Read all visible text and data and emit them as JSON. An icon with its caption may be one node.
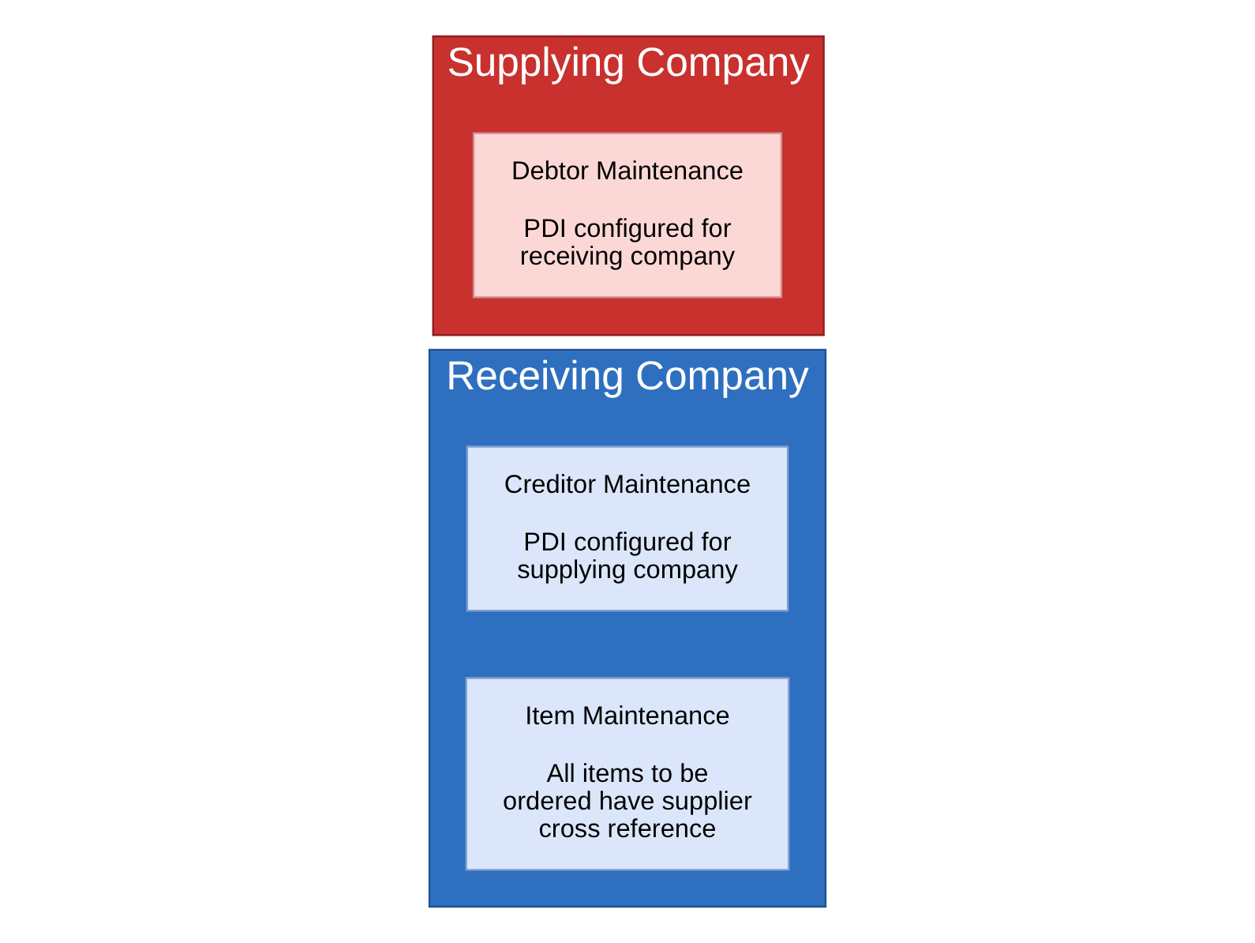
{
  "diagram": {
    "nodes": [
      {
        "text": [
          "Receiving Company"
        ]
      },
      {
        "text": [
          "Creditor Maintenance",
          "PDI configured for supplying company"
        ],
        "in": 0
      },
      {
        "text": [
          "Item Maintenance",
          "All items to be ordered have supplier cross reference"
        ],
        "in": 0
      },
      {
        "text": [
          "Supplying Company"
        ]
      },
      {
        "text": [
          "Debtor Maintenance",
          "PDI configured for receiving company"
        ],
        "in": 3
      }
    ]
  }
}
